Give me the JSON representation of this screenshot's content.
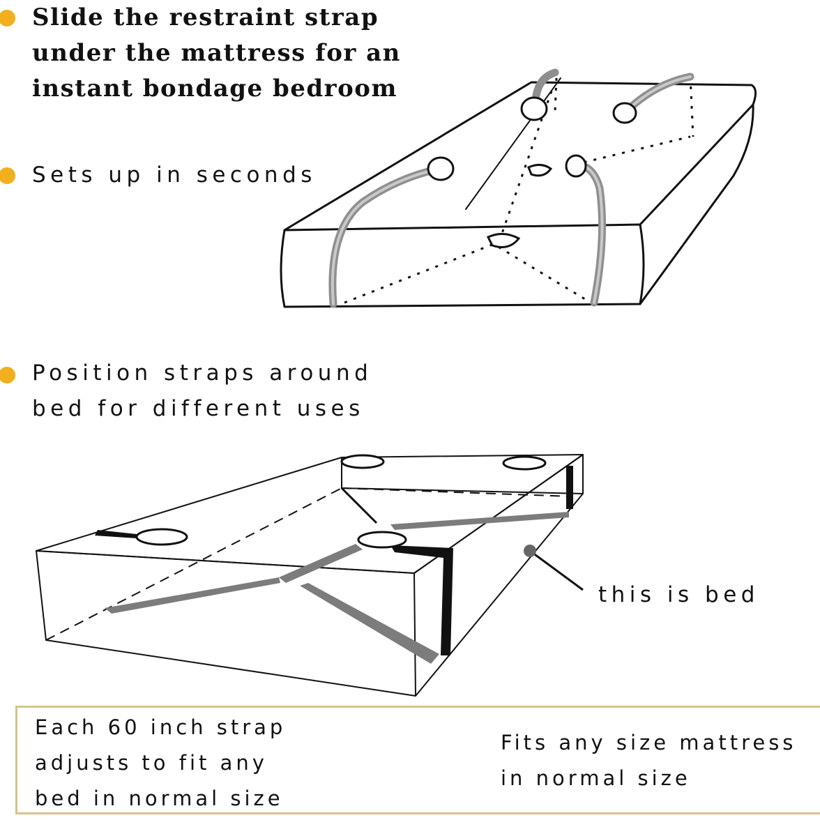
{
  "features": [
    {
      "lines": [
        "Slide the restraint strap",
        "under the mattress for an",
        "instant bondage bedroom"
      ]
    },
    {
      "lines": [
        "Sets up in seconds"
      ]
    },
    {
      "lines": [
        "Position straps around",
        "bed for different uses"
      ]
    }
  ],
  "callout": {
    "label": "this is bed"
  },
  "info_box": {
    "left": {
      "lines": [
        "Each 60 inch strap",
        "adjusts to fit any",
        "bed in normal size"
      ]
    },
    "right": {
      "lines": [
        "Fits any size mattress",
        "in normal size"
      ]
    }
  },
  "colors": {
    "bullet": "#f2b01e",
    "box_border": "#d6c48a",
    "strap": "#9a9a9a",
    "strap_dark": "#6f6f6f"
  },
  "icons": {
    "bullet": "orange-dot-icon"
  }
}
